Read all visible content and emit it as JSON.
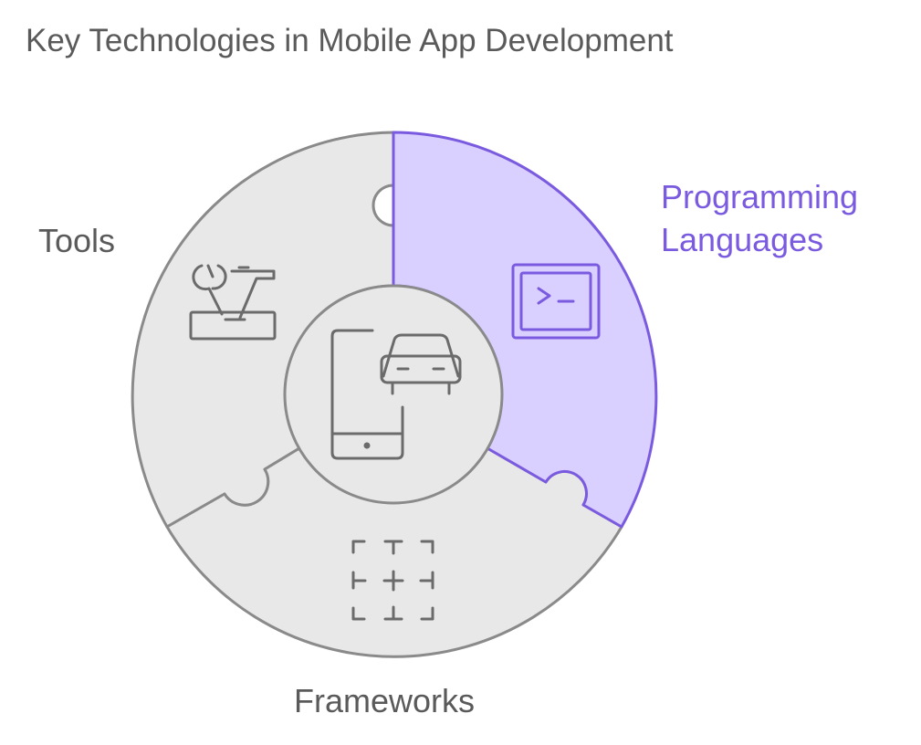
{
  "title": "Key Technologies in Mobile App Development",
  "segments": [
    {
      "id": "tools",
      "label": "Tools",
      "icon": "toolbox-icon",
      "highlighted": false
    },
    {
      "id": "programming-languages",
      "label_line1": "Programming",
      "label_line2": "Languages",
      "icon": "terminal-icon",
      "highlighted": true
    },
    {
      "id": "frameworks",
      "label": "Frameworks",
      "icon": "framework-grid-icon",
      "highlighted": false
    }
  ],
  "center": {
    "icon": "mobile-app-icon"
  },
  "colors": {
    "segment_fill": "#e8e8e8",
    "segment_stroke": "#8a8a8a",
    "highlight_fill": "#d9d0ff",
    "highlight_stroke": "#7a5be0",
    "highlight_text": "#7a5be0",
    "text": "#5a5a5a",
    "icon": "#6b6b6b"
  }
}
